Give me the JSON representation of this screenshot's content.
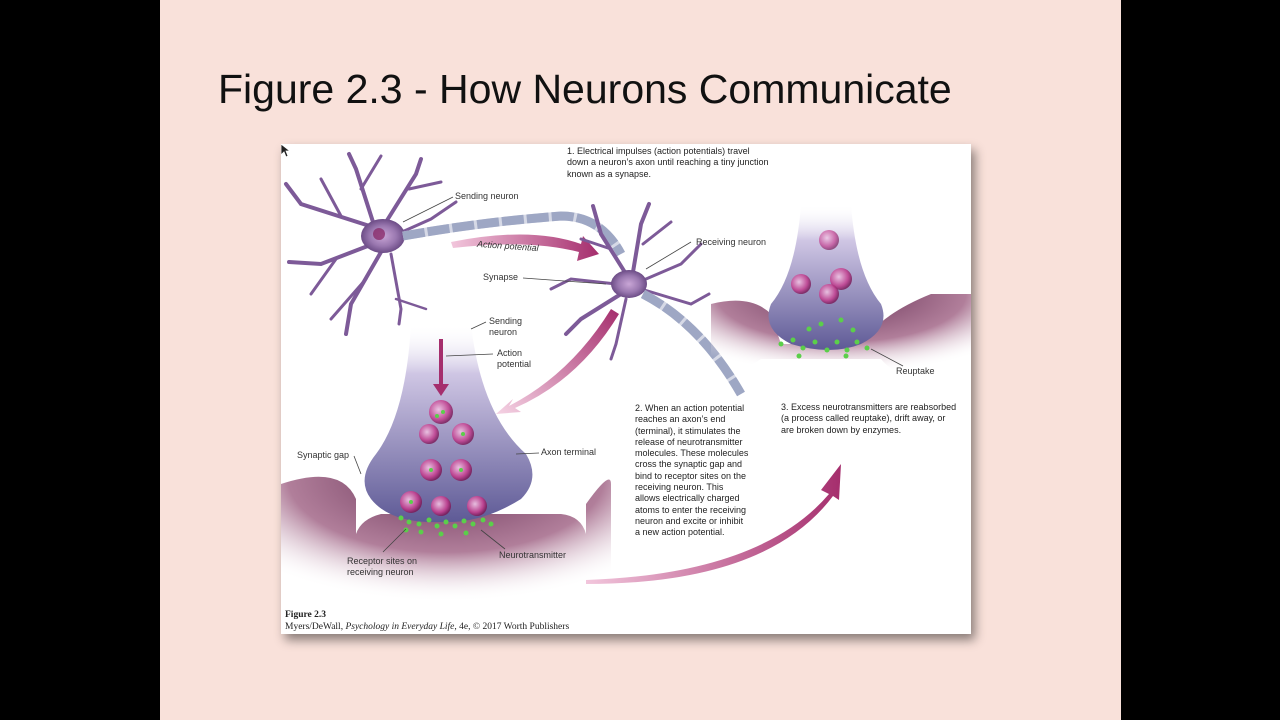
{
  "slide": {
    "title": "Figure 2.3 - How Neurons Communicate"
  },
  "figure": {
    "step1": [
      "1. Electrical impulses (action potentials) travel",
      "down a neuron’s axon until reaching a tiny junction",
      "known as a synapse."
    ],
    "step2": [
      "2. When an action potential",
      "reaches an axon’s end",
      "(terminal), it stimulates the",
      "release of neurotransmitter",
      "molecules. These molecules",
      "cross the synaptic gap and",
      "bind to receptor sites on the",
      "receiving neuron. This",
      "allows electrically charged",
      "atoms to enter the receiving",
      "neuron and excite or inhibit",
      "a new action potential."
    ],
    "step3": [
      "3. Excess neurotransmitters are reabsorbed",
      "(a process called reuptake), drift away, or",
      "are broken down by enzymes."
    ],
    "labels": {
      "sending_neuron_top": "Sending neuron",
      "action_potential_top": "Action potential",
      "receiving_neuron": "Receiving neuron",
      "synapse": "Synapse",
      "sending_neuron_mid_1": "Sending",
      "sending_neuron_mid_2": "neuron",
      "action_potential_mid_1": "Action",
      "action_potential_mid_2": "potential",
      "synaptic_gap": "Synaptic gap",
      "axon_terminal": "Axon terminal",
      "receptor_sites_1": "Receptor sites on",
      "receptor_sites_2": "receiving neuron",
      "neurotransmitter": "Neurotransmitter",
      "reuptake": "Reuptake"
    },
    "caption": {
      "figure_label": "Figure 2.3",
      "authors": "Myers/DeWall, ",
      "book": "Psychology in Everyday Life",
      "rest": ", 4e, © 2017 Worth Publishers"
    }
  },
  "colors": {
    "slide_bg": "#f9e1da",
    "neuron": "#8a6aa0",
    "arrow": "#b0407a",
    "vesicle": "#c03a8a",
    "transmitter": "#5bcf4a"
  }
}
